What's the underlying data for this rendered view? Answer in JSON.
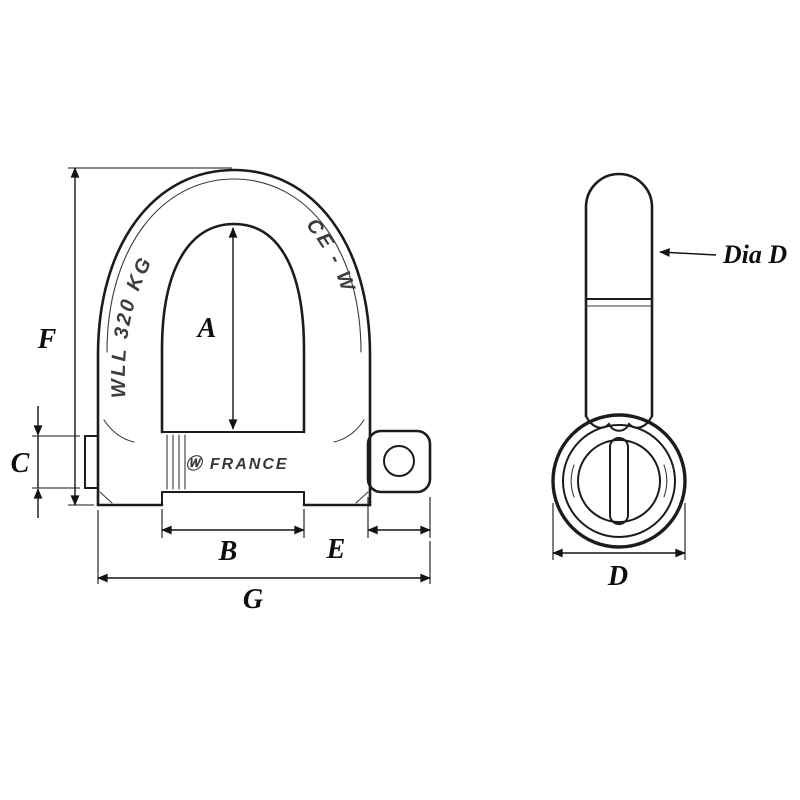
{
  "colors": {
    "background": "#ffffff",
    "outline": "#1c1c1c",
    "dimension": "#141414",
    "engraving": "#3d3d3d"
  },
  "front_view": {
    "markings": {
      "wll": "WLL 320 KG",
      "ce": "CE - W",
      "pin_origin": "Ⓦ FRANCE"
    },
    "dimensions": {
      "inner_height": "A",
      "inner_width": "B",
      "pin_tip_diameter": "C",
      "pin_head_width": "E",
      "overall_height": "F",
      "overall_width": "G"
    }
  },
  "side_view": {
    "dimensions": {
      "shank_diameter": "Dia D",
      "eye_outer_diameter": "D"
    }
  }
}
